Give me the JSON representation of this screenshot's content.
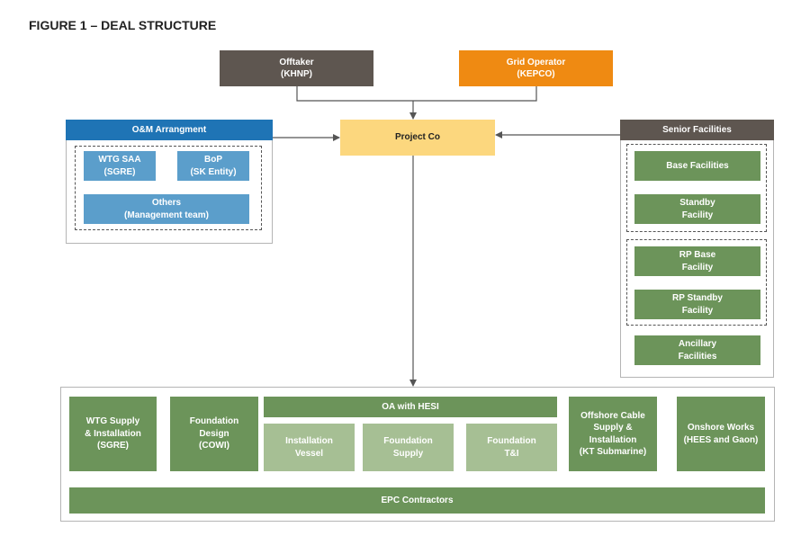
{
  "figure_title": "FIGURE 1 – DEAL STRUCTURE",
  "colors": {
    "offtaker": "#5e5650",
    "grid_operator": "#ef8a12",
    "project_co": "#fcd77e",
    "om_header": "#1f74b5",
    "om_box": "#5b9ecb",
    "senior_header": "#5e5650",
    "green_dark": "#6c945a",
    "green_light": "#a6bf94"
  },
  "top": {
    "offtaker": "Offtaker\n(KHNP)",
    "grid_operator": "Grid Operator\n(KEPCO)"
  },
  "project_co": "Project Co",
  "om": {
    "header": "O&M Arrangment",
    "wtg_saa": "WTG SAA\n(SGRE)",
    "bop": "BoP\n(SK Entity)",
    "others": "Others\n(Management team)"
  },
  "senior": {
    "header": "Senior Facilities",
    "base": "Base Facilities",
    "standby": "Standby\nFacility",
    "rp_base": "RP Base\nFacility",
    "rp_standby": "RP Standby\nFacility",
    "ancillary": "Ancillary\nFacilities"
  },
  "epc": {
    "wtg": "WTG Supply\n& Installation\n(SGRE)",
    "foundation_design": "Foundation\nDesign\n(COWI)",
    "oa_hesi": "OA with HESI",
    "installation_vessel": "Installation\nVessel",
    "foundation_supply": "Foundation\nSupply",
    "foundation_ti": "Foundation\nT&I",
    "offshore_cable": "Offshore Cable\nSupply &\nInstallation\n(KT Submarine)",
    "onshore_works": "Onshore Works\n(HEES and Gaon)",
    "epc_contractors": "EPC Contractors"
  }
}
